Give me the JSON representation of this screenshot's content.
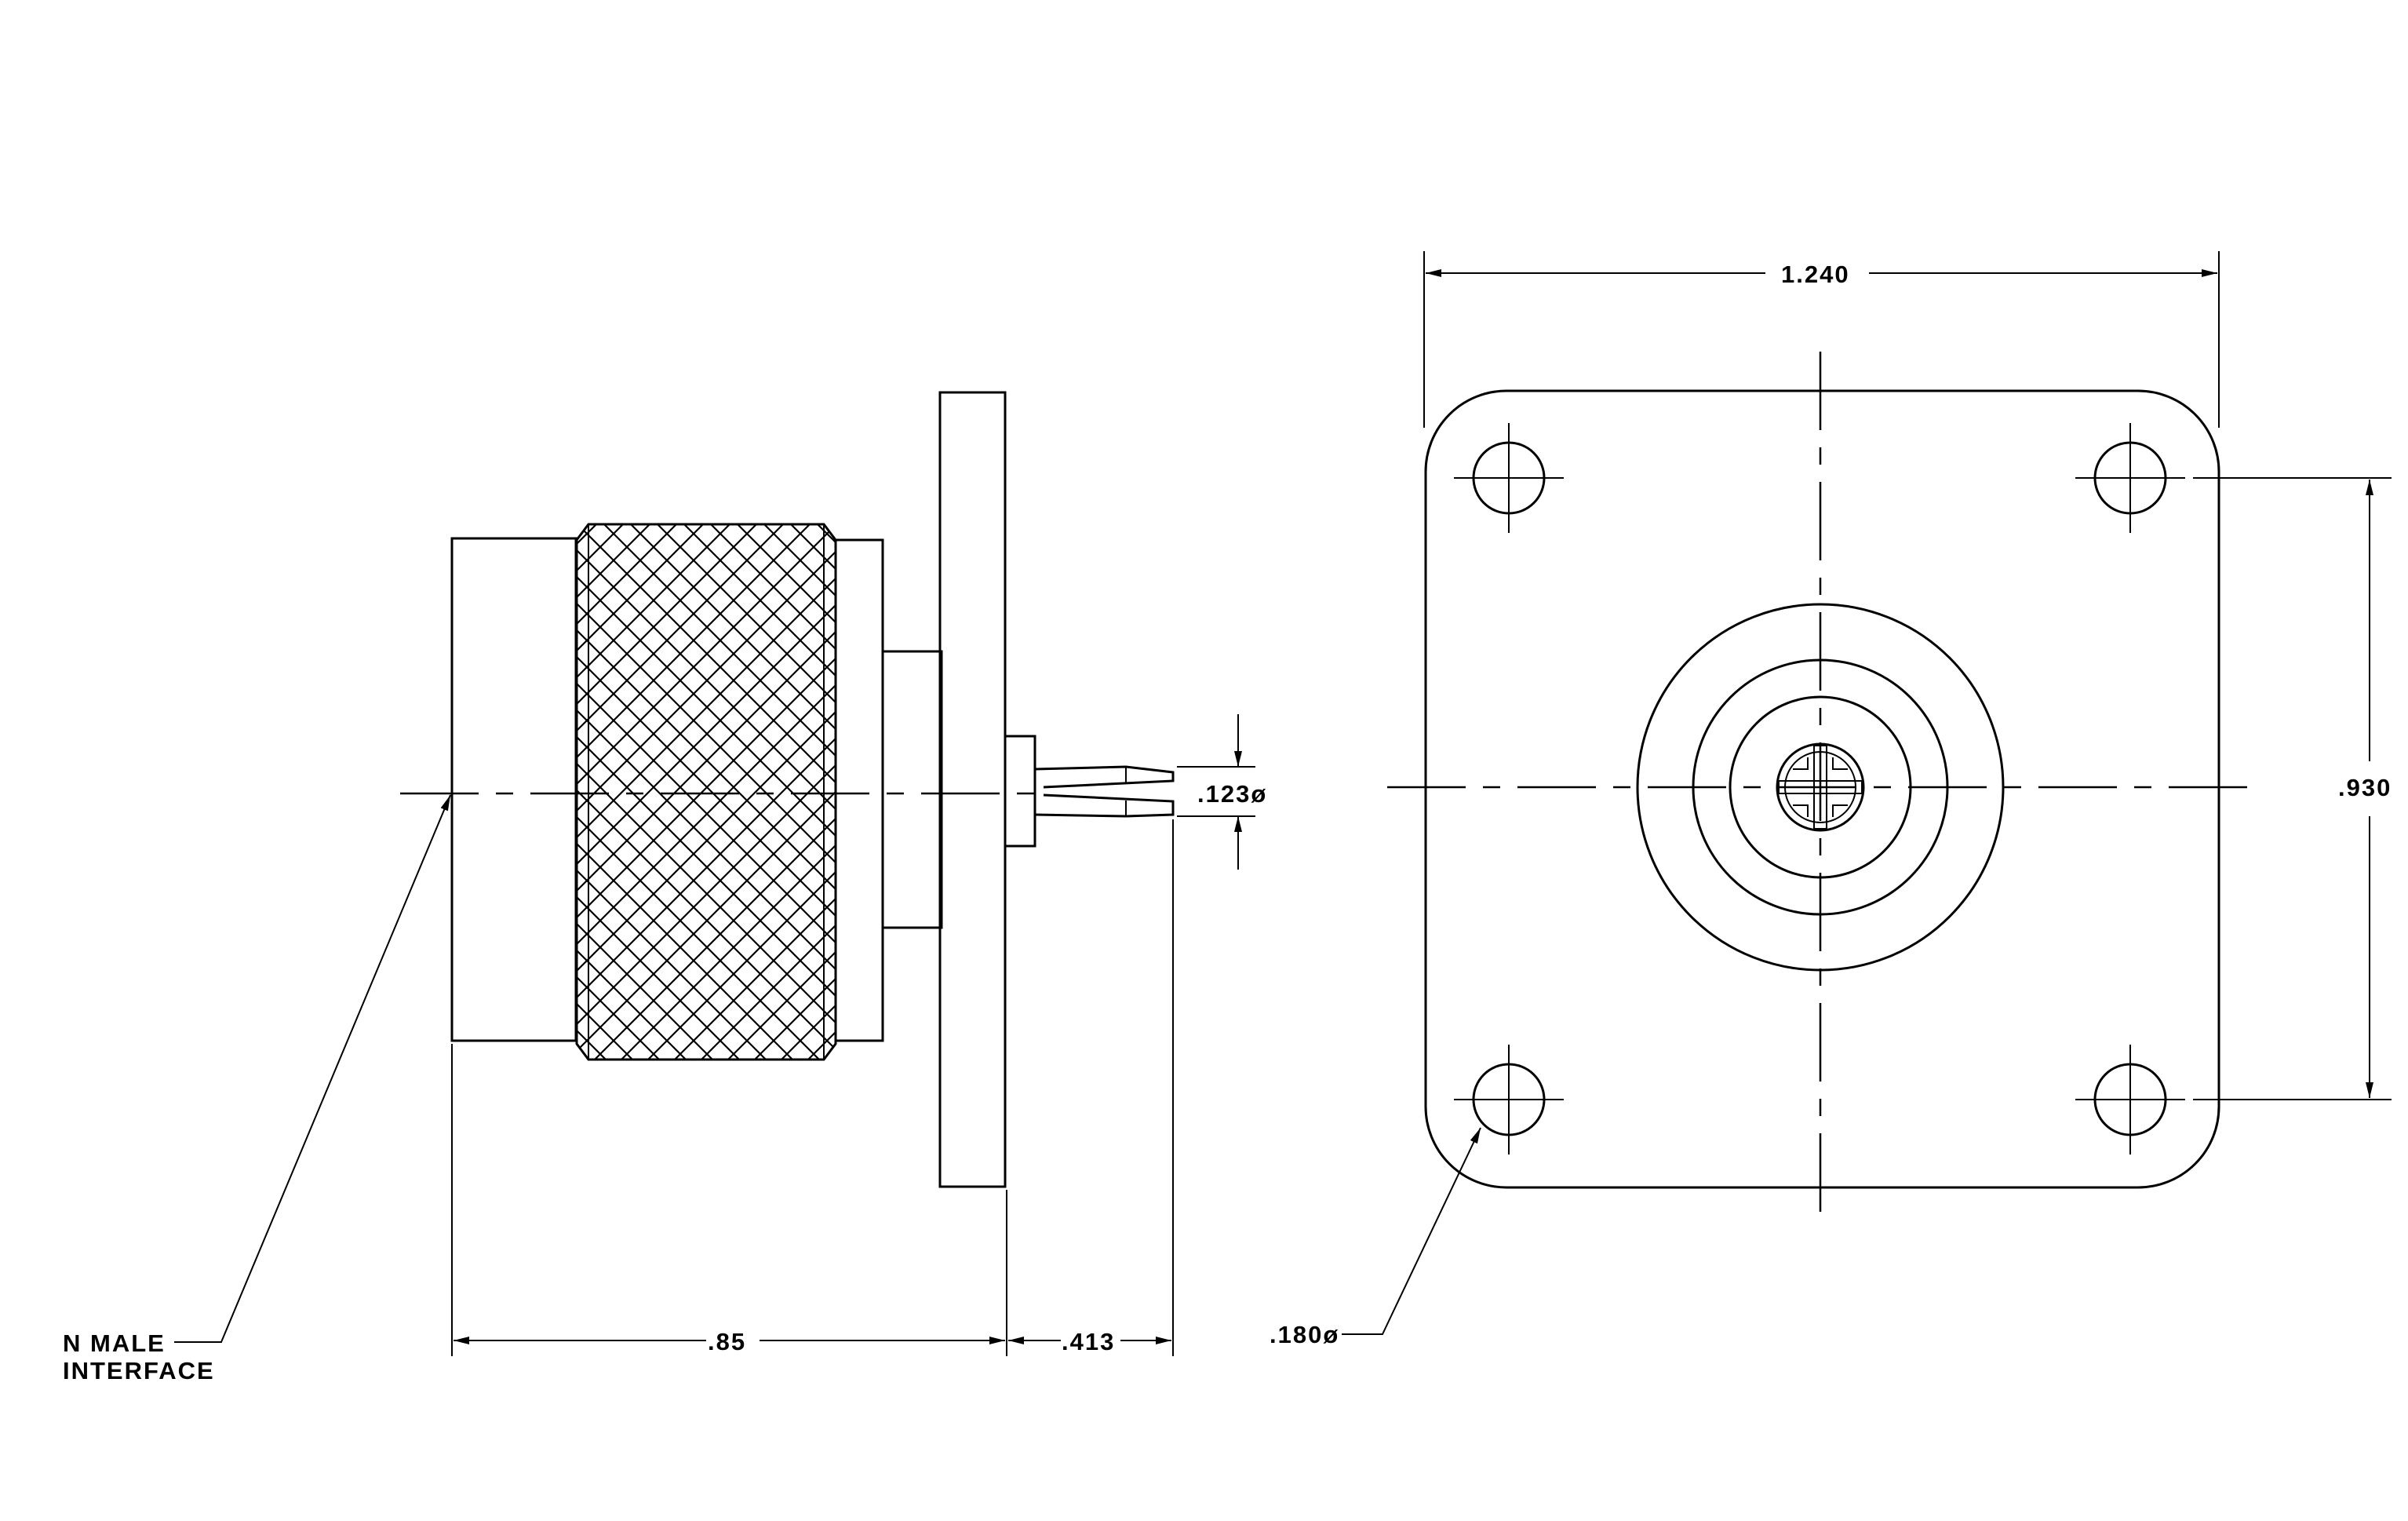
{
  "side_view": {
    "diameter_label": ".123ø",
    "length_label": ".85",
    "pin_length_label": ".413",
    "interface_label_line1": "N MALE",
    "interface_label_line2": "INTERFACE"
  },
  "front_view": {
    "width_label": "1.240",
    "height_label": ".930",
    "hole_label": ".180ø"
  }
}
